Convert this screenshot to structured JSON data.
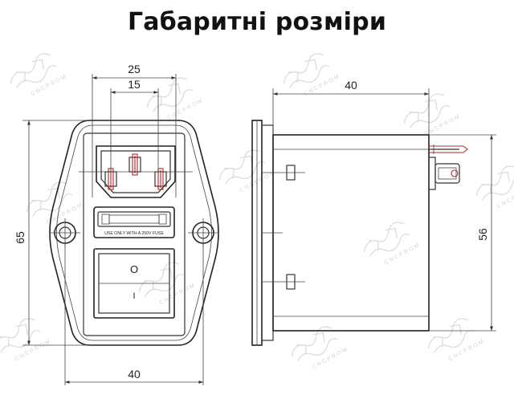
{
  "title": "Габаритні розміри",
  "watermark_text": "CNCPROM",
  "front_view": {
    "dim_top_outer": "25",
    "dim_top_inner": "15",
    "dim_left_height": "65",
    "dim_bottom_width": "40",
    "fuse_label": "USE ONLY WITH A 250V FUSE",
    "switch_on_symbol": "O",
    "switch_off_symbol": "I"
  },
  "side_view": {
    "dim_top_depth": "40",
    "dim_right_height": "56"
  },
  "colors": {
    "line": "#333333",
    "pin_accent": "#b3262c",
    "watermark": "#dcdcdc"
  }
}
